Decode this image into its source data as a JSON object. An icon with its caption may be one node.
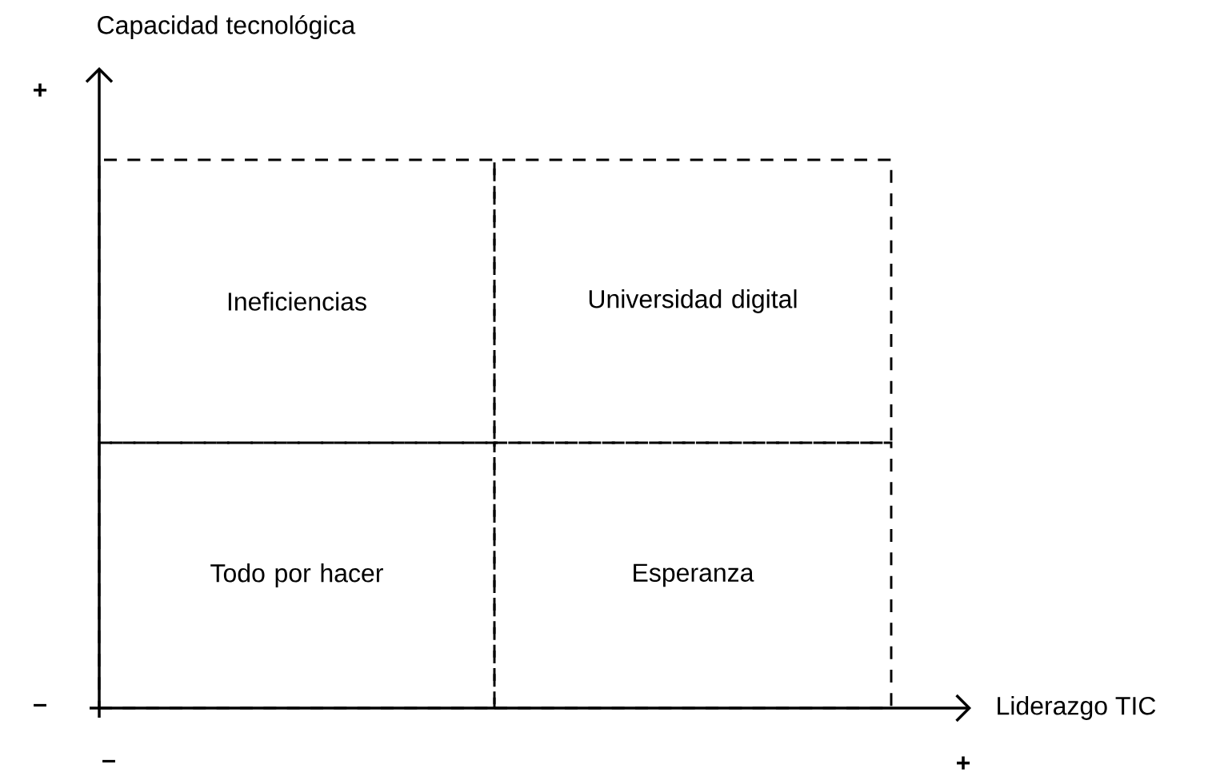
{
  "diagram": {
    "nodes": [
      {
        "text": [
          "Ineficiencias"
        ]
      },
      {
        "text": [
          "Universidad digital"
        ]
      },
      {
        "text": [
          "Todo por hacer"
        ]
      },
      {
        "text": [
          "Esperanza"
        ]
      }
    ],
    "labels": [
      "Capacidad tecnológica",
      "+",
      "–",
      "Liderazgo TIC",
      "–",
      "+"
    ]
  }
}
